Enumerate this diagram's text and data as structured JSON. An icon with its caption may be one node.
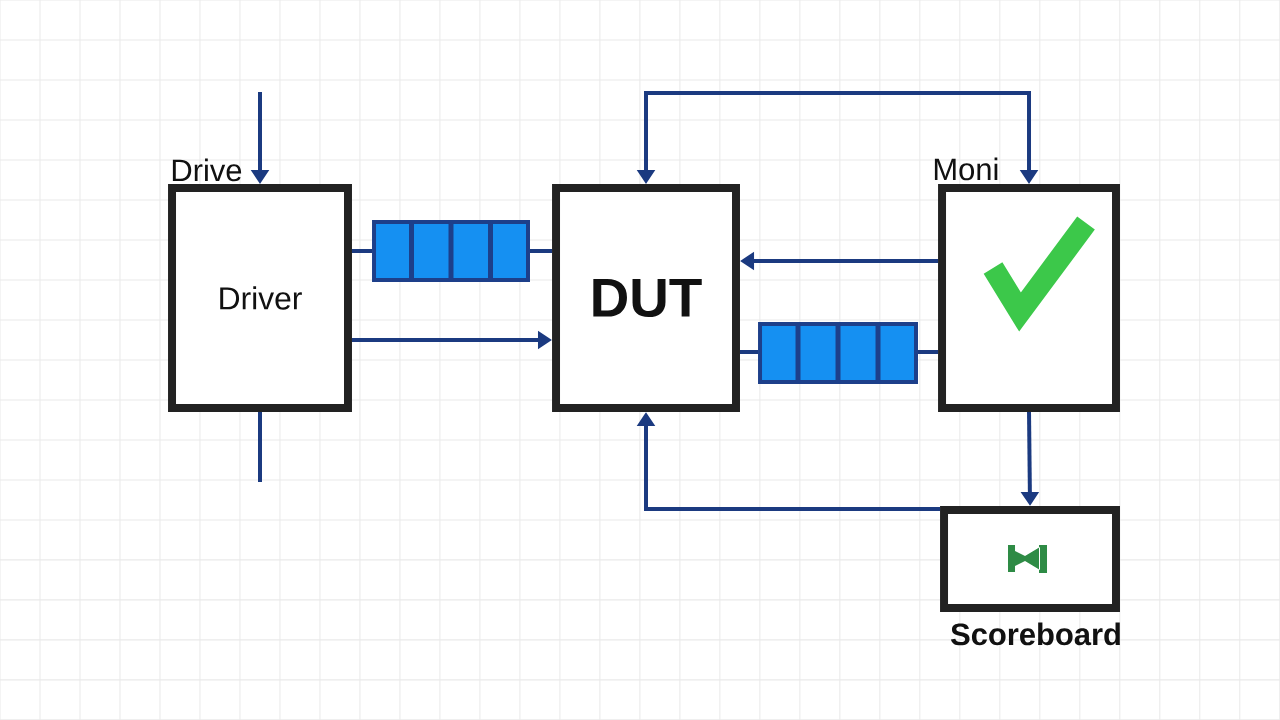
{
  "diagram": {
    "nodes": [
      {
        "text": [
          "Drive",
          "Driver"
        ]
      },
      {
        "text": [],
        "shape": "queue"
      },
      {
        "text": [
          "DUT"
        ]
      },
      {
        "text": [
          "Moni"
        ]
      },
      {
        "text": [],
        "shape": "queue"
      },
      {
        "text": [
          "Scoreboard"
        ]
      }
    ],
    "edges": [
      {
        "from": null,
        "to": 0,
        "arrow": "to"
      },
      {
        "from": 0,
        "to": 1,
        "arrow": "none"
      },
      {
        "from": 1,
        "to": 2,
        "arrow": "none"
      },
      {
        "from": 0,
        "to": 2,
        "arrow": "to"
      },
      {
        "from": 2,
        "to": 3,
        "arrow": "both"
      },
      {
        "from": 3,
        "to": 2,
        "arrow": "to"
      },
      {
        "from": 2,
        "to": 4,
        "arrow": "none"
      },
      {
        "from": 4,
        "to": 3,
        "arrow": "none"
      },
      {
        "from": 0,
        "to": null,
        "arrow": "none"
      },
      {
        "from": 3,
        "to": 5,
        "arrow": "to"
      },
      {
        "from": 5,
        "to": 2,
        "arrow": "to"
      }
    ]
  }
}
